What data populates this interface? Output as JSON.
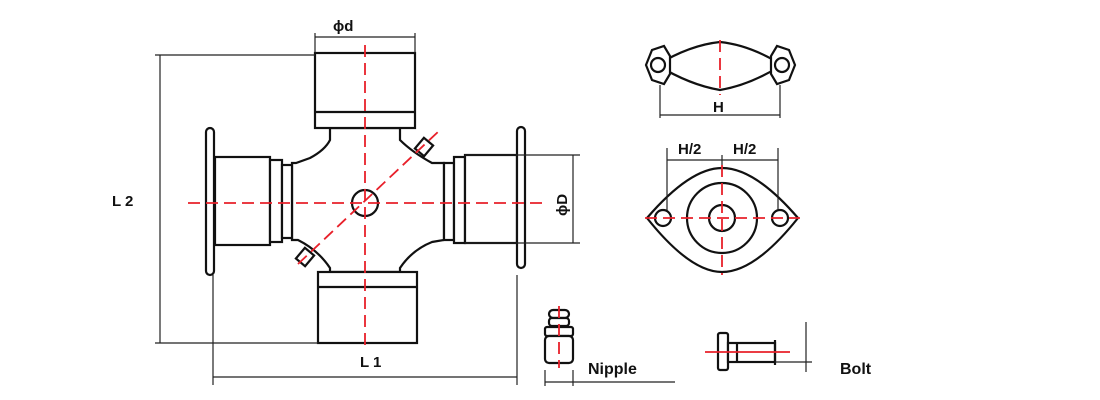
{
  "labels": {
    "phi_d": "ϕd",
    "L2": "L 2",
    "L1": "L 1",
    "phi_D": "ϕD",
    "H": "H",
    "H_half_left": "H/2",
    "H_half_right": "H/2",
    "nipple": "Nipple",
    "bolt": "Bolt"
  },
  "colors": {
    "outline": "#111111",
    "centerline": "#e8202a"
  }
}
